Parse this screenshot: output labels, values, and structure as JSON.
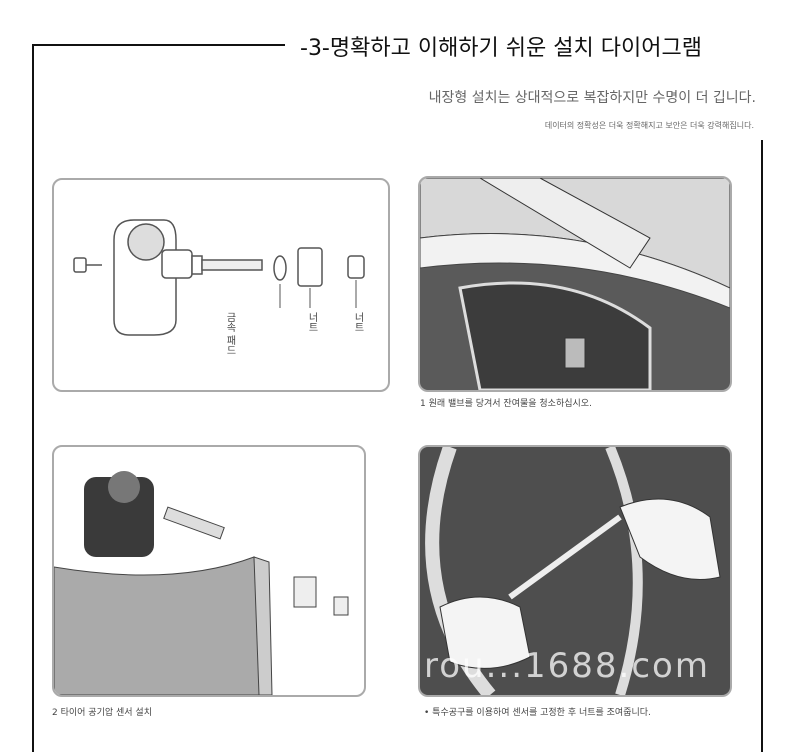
{
  "header": {
    "title": "-3-명확하고 이해하기 쉬운 설치 다이어그램",
    "subtitle": "내장형 설치는 상대적으로 복잡하지만 수명이 더 깁니다.",
    "note": "데이터의 정확성은 더욱 정확해지고 보안은 더욱 강력해집니다."
  },
  "panel1": {
    "labels": [
      "금속 패드",
      "너트",
      "너트"
    ]
  },
  "captions": {
    "step1": "1 원래 밸브를 당겨서 잔여물을 청소하십시오.",
    "step2": "2 타이어 공기압 센서 설치",
    "step3": "• 특수공구를 이용하여 센서를 고정한 후 너트를 조여줍니다."
  },
  "watermark": "rou...1688.com",
  "colors": {
    "border": "#aaaaaa",
    "text": "#222222",
    "photo_bg": "#555555"
  }
}
